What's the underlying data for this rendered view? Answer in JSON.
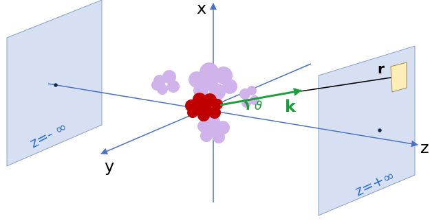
{
  "axes": {
    "x_label": "x",
    "y_label": "y",
    "z_label": "z"
  },
  "vectors": {
    "k_label": "k",
    "r_label": "r",
    "angle_label": "ϑ"
  },
  "planes": {
    "left_label": "z=- ∞",
    "right_label": "z=+∞"
  },
  "colors": {
    "axis": "#4a72c4",
    "plane_fill": "#d6e0f2",
    "plane_stroke": "#8aa0c8",
    "core": "#c00000",
    "cloud": "#cfb3ea",
    "k_vector": "#1e9e3a",
    "r_vector": "#000000",
    "detector": "#fdeeb5",
    "plane_text": "#2f6fd0"
  }
}
